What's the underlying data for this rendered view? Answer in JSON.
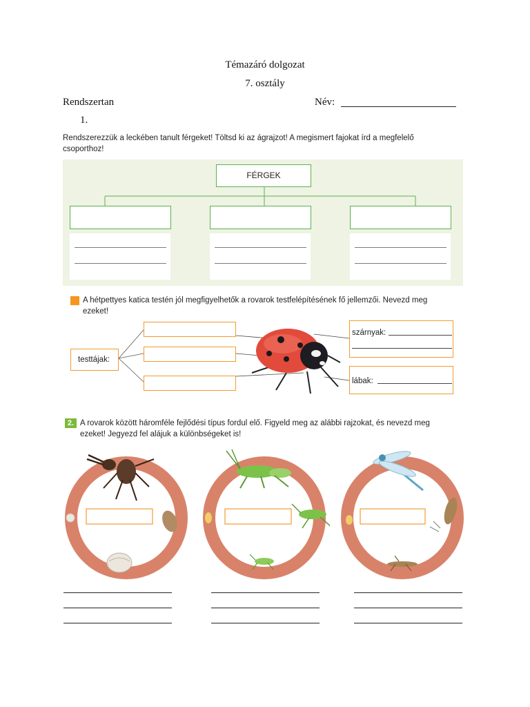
{
  "header": {
    "title": "Témazáró dolgozat",
    "class": "7. osztály",
    "subject": "Rendszertan",
    "name_label": "Név:"
  },
  "task1": {
    "number": "1.",
    "instruction_line1": "Rendszerezzük a leckében tanult  férgeket! Töltsd ki az ágrajzot! A megismert fajokat írd a megfelelő",
    "instruction_line2": "csoporthoz!",
    "root_label": "FÉRGEK"
  },
  "task_ladybug": {
    "instruction_line1": "A hétpettyes katica testén jól megfigyelhetők a rovarok testfelépítésének fő jellemzői. Nevezd meg",
    "instruction_line2": "ezeket!",
    "body_parts_label": "testtájak:",
    "wings_label": "szárnyak:",
    "legs_label": "lábak:"
  },
  "task2": {
    "number": "2.",
    "instruction_line1": "A rovarok között háromféle fejlődési típus fordul elő. Figyeld meg az alábbi rajzokat, és nevezd meg",
    "instruction_line2": "ezeket! Jegyezd fel alájuk a különbségeket is!"
  },
  "colors": {
    "accent_green": "#5bb14a",
    "accent_orange": "#f29a2e",
    "cycle_ring": "#d9826a"
  }
}
